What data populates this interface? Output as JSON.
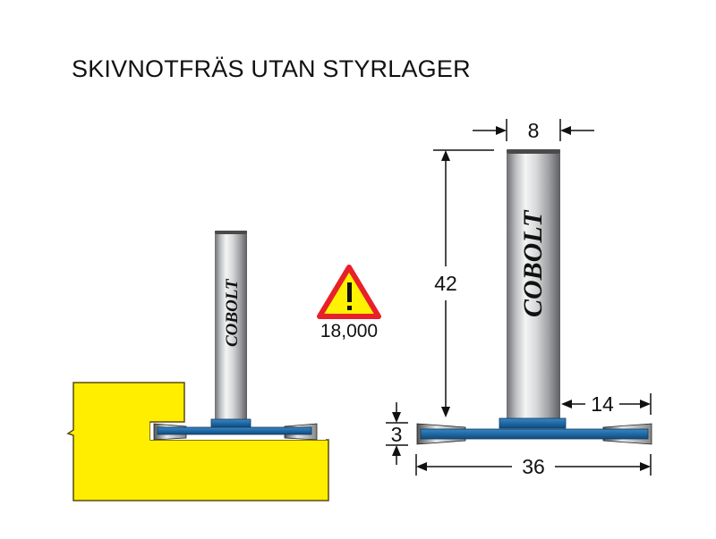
{
  "title": "SKIVNOTFRÄS UTAN STYRLAGER",
  "warning": {
    "icon": "warning-triangle-icon",
    "rpm_label": "18,000"
  },
  "left_figure": {
    "brand": "COBOLT"
  },
  "right_figure": {
    "brand": "COBOLT",
    "dimensions": {
      "shank_diameter": "8",
      "shank_length": "42",
      "cut_depth": "14",
      "cut_thickness": "3",
      "cutter_diameter": "36"
    }
  },
  "colors": {
    "wood": "#ffee00",
    "wood_outline": "#5a4a10",
    "cutter_blue": "#1f6aa5",
    "warning_red": "#e8202a",
    "warning_yellow": "#fff200"
  }
}
